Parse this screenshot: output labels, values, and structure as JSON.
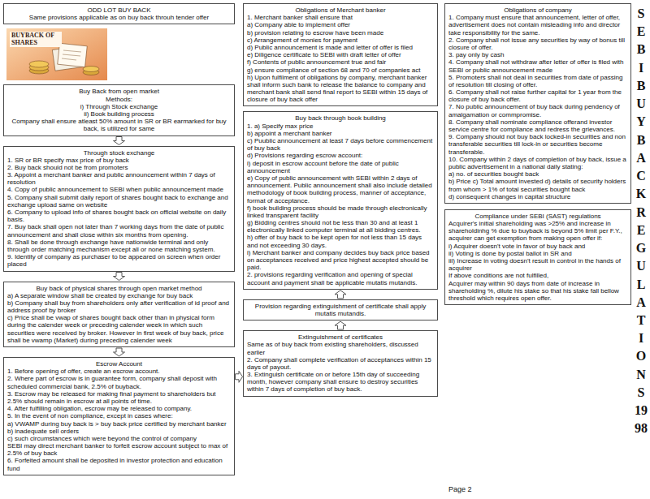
{
  "diagram": {
    "title": "SEBI BUY BACK REGULATIONS 1998",
    "nodes": [
      {
        "text": [
          "ODD LOT BUY BACK",
          "Same provisions applicable as on buy back throuh tender offer"
        ]
      },
      {
        "text": [
          "Buy Back from open market",
          "Methods:",
          "i) Through Stock exchange",
          "ii) Book building process",
          "Company shall ensure atleast 50% amount in SR or BR earmarked for buy back, is utilized for same"
        ]
      },
      {
        "text": [
          "Through stock exchange",
          "1. SR or BR specify max price of buy back",
          "2. Buy back should not be from promoters",
          "3. Appoint a merchant banker and public announcement within 7 days of resolution",
          "4. Copy of public announcement to SEBI when public announcement made",
          "5. Company shall submit daily report of shares bought back to exchange and exchange upload same on website",
          "6. Company to upload info of shares bought back on official website on daily basis.",
          "7. Buy back shall open not later than 7 working days from the date of public announcement and shall close within six months from opening.",
          "8. Shall be done through exchange have nationwide terminal and only through order matching mechanism except all or none matching system.",
          "9. Identity of company as purchaser to be appeared on screen when order placed"
        ]
      },
      {
        "text": [
          "Buy back of physical shares through open market method",
          "a) A separate window shall be created by exchange for buy back",
          "b) Company shall buy from shareholders only after verification of id proof and address proof by broker",
          "c) Price shall be vwap of shares bought back other than in physical form during the calender week or preceding calender week in which such securities were received by broker. However in first week of buy back, price shall be vwamp (Market) during preceding calender week"
        ]
      },
      {
        "text": [
          "Escrow Account",
          "1. Before opening of offer, create an escrow account.",
          "2. Where part of escrow is in guarantee form, company shall deposit with scheduled commercial bank, 2.5% of buyback.",
          "3. Escrow may be released for making final payment to shareholders but 2.5% should remain in escrow at all points of time.",
          "4. After fulfilling obligation, escrow may be released to company.",
          "5. In the event of non compliance, except in cases where:",
          "a) VWAMP during buy back is > buy back price certified by merchant banker",
          "b) inadequate sell orders",
          "c) such circumstances which were beyond the control of company",
          "SEBI may direct merchant banker to forfeit escrow account subject to max of 2.5% of buy back",
          "6. Forfeited amount shall be deposited in investor protection and education fund"
        ]
      },
      {
        "text": [
          "Obligations of Merchant banker",
          "1. Merchant banker shall ensure that",
          "a) Company able to implement offer",
          "b) provision relating to escrow have been made",
          "c) Arrangement of monies for payment",
          "d) Public announcement is made and letter of offer is filed",
          "e) Diligence certificate to SEBI with draft letter of offer",
          "f) Contents of public announcement true and fair",
          "g) ensure compliance of section 68 and 70 of companies act",
          "h) Upon fulfilment of obligations by company, merchant banker shall inform such bank to release the balance to company and merchant bank shall send final report to SEBI within 15 days of closure of buy back offer"
        ]
      },
      {
        "text": [
          "Buy back through book building",
          "1. a) Specify max price",
          "b) appoint a merchant banker",
          "c) Puublic announcement at least 7 days before commencement of buy back",
          "d) Provisions regarding escrow account:",
          "i) deposit in escrow account before the date of public announcement",
          "e) Copy of public announcement with SEBI within 2 days of announcement. Public announcement shall also include detailed methodology of book building process, manner of acceptance, format of acceptance.",
          "f) book building process should be made through electronically linked transparent facility",
          "g) Bidding centres should not be less than 30 and at least 1 electronically linked computer terminal at all bidding centres.",
          "h) offer of buy back to be kept open for not less than 15 days and not exceeding 30 days.",
          "i) Merchant banker and company decides buy back price based on acceptances received and price highest accepted should be paid.",
          "2. provisions regarding verification and opening of special account and payment shall be applicable mutatis mutandis."
        ]
      },
      {
        "text": [
          "Provision regarding extinguishment of certificate shall apply mutatis mutandis."
        ]
      },
      {
        "text": [
          "Extinguishment of certificates",
          "Same as of buy back from existing shareholders, discussed earlier",
          "2. Company shall complete verification of acceptances within 15 days of payout.",
          "3. Extinguish certificate on or before 15th day of succeeding month, however company shall ensure to destroy securities within 7 days of completion of buy back."
        ]
      },
      {
        "text": [
          "Obligations of company",
          "1. Company must ensure that announcement, letter of offer, advertisement does not contain misleading info and director take responsibility for the same.",
          "2. Company shall not issue any securities by way of bonus till closure of offer.",
          "3. pay only by cash",
          "4. Company shall not withdraw after letter of offer is filed with SEBI or public announcement made",
          "5. Promoters shall not deal in securities from date of passing of resolution till closing of offer.",
          "6. Company shall not raise further capital for 1 year from the closure of buy back offer.",
          "7. No public announcement of buy back during pendency of amalgamation or commpromise.",
          "8. Company shall nominate compliance offerand investor service centre for compliance and redress the grievances.",
          "9. Company should not buy back locked-in securities and non transferable securities till lock-in or securities become transferable.",
          "10. Company within 2 days of completion of buy back, issue a public advertisement in a national daily stating:",
          "a) no. of securities bought back",
          "b) Price c) Total amount invested d) details of security holders from whom > 1% of total securities bought back",
          "d) consequent changes in capital structure"
        ]
      },
      {
        "text": [
          "Compliance under SEBI (SAST) regulations",
          "Acquirer's initial shareholding was >25% and increase in shareholdinhg % due to buyback is beyond 5% limit per F.Y., acquirer can get exemption from making open offer if:",
          "i) Acquirer doesn't vote in favor of buy back and",
          "ii) Voting is done by postal ballot in SR and",
          "iii) Increase in voting doesn't result in control in the hands of acquirer",
          "If above conditions are not fulfilled,",
          "Acquirer may within 90 days from date of increase in shareholding %, dilute his stake so that his stake fall bellow threshold which requires open offer."
        ]
      }
    ],
    "edges": [
      {
        "from": 1,
        "to": 2,
        "arrow": "to"
      },
      {
        "from": 2,
        "to": 3,
        "arrow": "to"
      },
      {
        "from": 3,
        "to": 4,
        "arrow": "to"
      },
      {
        "from": 4,
        "to": 8,
        "arrow": "to"
      },
      {
        "from": 8,
        "to": 7,
        "arrow": "to"
      },
      {
        "from": 7,
        "to": 6,
        "arrow": "to"
      }
    ],
    "labels": [
      "BUYBACK OF SHARES",
      "Page 2"
    ]
  }
}
